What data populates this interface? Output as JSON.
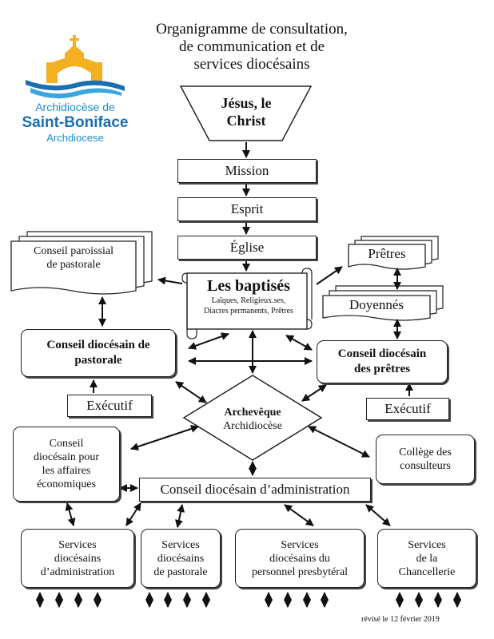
{
  "title": {
    "line1": "Organigramme de consultation,",
    "line2": "de communication et de",
    "line3": "services diocésains"
  },
  "logo": {
    "line1": "Archidiocèse de",
    "line2": "Saint-Boniface",
    "line3": "Archdiocese",
    "colors": {
      "gold": "#f2b022",
      "blue": "#1a6fb0",
      "lightblue": "#3aa6dc"
    }
  },
  "nodes": {
    "jesus": "Jésus, le Christ",
    "mission": "Mission",
    "esprit": "Esprit",
    "eglise": "Église",
    "baptises_title": "Les baptisés",
    "baptises_sub1": "Laïques, Religieux.ses,",
    "baptises_sub2": "Diacres permanents, Prêtres",
    "conseil_paroissial_1": "Conseil paroissial",
    "conseil_paroissial_2": "de pastorale",
    "pretres": "Prêtres",
    "doyennes": "Doyennés",
    "cdp_1": "Conseil diocésain de",
    "cdp_2": "pastorale",
    "cdpr_1": "Conseil diocésain",
    "cdpr_2": "des prêtres",
    "executif_left": "Exécutif",
    "executif_right": "Exécutif",
    "archeveque_1": "Archevêque",
    "archeveque_2": "Archidiocèse",
    "affaires_1": "Conseil",
    "affaires_2": "diocésain pour",
    "affaires_3": "les affaires",
    "affaires_4": "économiques",
    "college_1": "Collège des",
    "college_2": "consulteurs",
    "administration": "Conseil diocésain d’administration",
    "svc1_1": "Services",
    "svc1_2": "diocésains",
    "svc1_3": "d’administration",
    "svc2_1": "Services",
    "svc2_2": "diocésains",
    "svc2_3": "de pastorale",
    "svc3_1": "Services",
    "svc3_2": "diocésains du",
    "svc3_3": "personnel presbytéral",
    "svc4_1": "Services",
    "svc4_2": "de la",
    "svc4_3": "Chancellerie"
  },
  "footer": "révisé le 12 février 2019"
}
